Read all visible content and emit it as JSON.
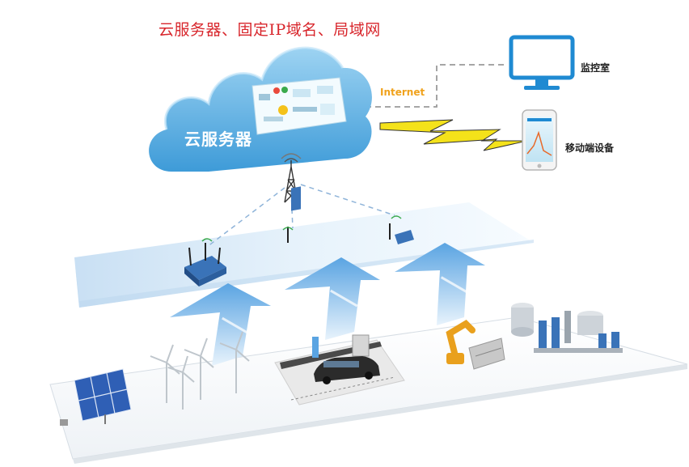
{
  "title": "云服务器、固定IP域名、局域网",
  "cloud": {
    "label": "云服务器"
  },
  "network": {
    "internet_label": "Internet"
  },
  "devices": {
    "monitor_room": "监控室",
    "mobile_device": "移动端设备"
  },
  "colors": {
    "title": "#d8262c",
    "cloud": "#5ab3e6",
    "internet": "#f0a21c",
    "lightning": "#f4e21a",
    "band": "#d3e8f8",
    "arrow": "#7ab6e6"
  },
  "icons": [
    "cloud-icon",
    "monitor-icon",
    "phone-icon",
    "tower-icon",
    "router-icon",
    "gateway-icon",
    "lightning-icon",
    "solar-panel-icon",
    "wind-turbine-icon",
    "charging-station-icon",
    "robot-arm-icon",
    "factory-icon"
  ]
}
